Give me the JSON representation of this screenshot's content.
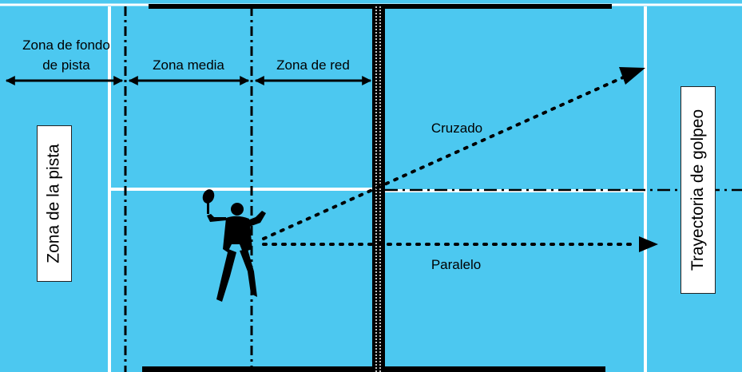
{
  "labels": {
    "zona_fondo_line1": "Zona de fondo",
    "zona_fondo_line2": "de pista",
    "zona_media": "Zona media",
    "zona_red": "Zona de red",
    "cruzado": "Cruzado",
    "paralelo": "Paralelo",
    "zona_pista": "Zona de la pista",
    "trayectoria": "Trayectoria de golpeo"
  },
  "colors": {
    "court": "#4cc8f0",
    "lines": "#ffffff",
    "markers": "#000000"
  }
}
